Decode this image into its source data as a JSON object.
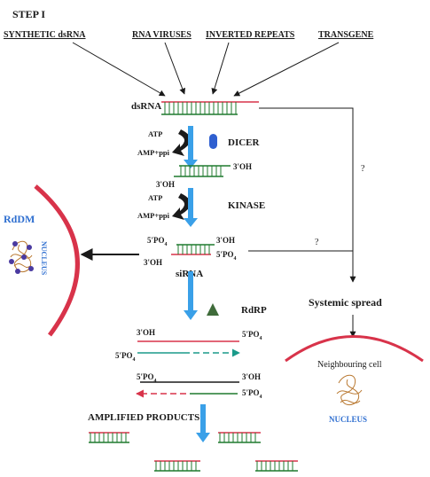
{
  "step_title": "STEP I",
  "sources": [
    "SYNTHETIC dsRNA",
    "RNA VIRUSES",
    "INVERTED REPEATS",
    "TRANSGENE"
  ],
  "dsrna_label": "dsRNA",
  "dicer": {
    "atp": "ATP",
    "amp": "AMP+ppi",
    "enzyme": "DICER"
  },
  "kinase": {
    "atp": "ATP",
    "amp": "AMP+ppi",
    "enzyme": "KINASE"
  },
  "end_3oh": "3'OH",
  "end_5po": "5'PO",
  "sub4": "4",
  "sirna_label": "siRNA",
  "rddm": {
    "title": "RdDM",
    "nucleus": "NUCLEUS"
  },
  "question_mark": "?",
  "rdrp_label": "RdRP",
  "systemic_spread": "Systemic spread",
  "neighbour": {
    "cell": "Neighbouring cell",
    "nucleus": "NUCLEUS"
  },
  "amplified_label": "AMPLIFIED PRODUCTS",
  "colors": {
    "strand_red": "#d8334a",
    "rung_green": "#1f7a2e",
    "arrow_blue": "#3aa0e8",
    "nucleus_blue": "#2f6fd0",
    "teal": "#1a9a8a",
    "dicer_blue": "#2f5fd0",
    "rdrp_green": "#3f6b3a",
    "dna_orange": "#b97830",
    "protein_purple": "#4a3aa0"
  },
  "icons": [
    "dicer-capsule-icon",
    "rdrp-triangle-icon",
    "curved-atp-arrow-icon",
    "chromatin-icon"
  ]
}
